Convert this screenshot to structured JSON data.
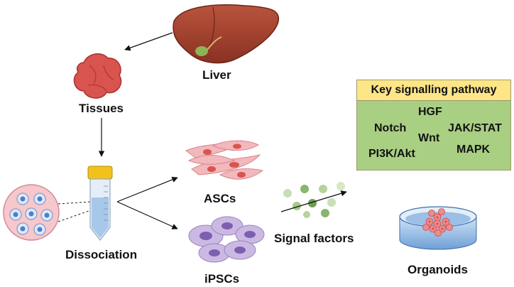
{
  "labels": {
    "liver": "Liver",
    "tissues": "Tissues",
    "dissociation": "Dissociation",
    "ascs": "ASCs",
    "ipscs": "iPSCs",
    "signal_factors": "Signal factors",
    "organoids": "Organoids"
  },
  "pathway_box": {
    "title": "Key signalling pathway",
    "items": [
      "HGF",
      "Notch",
      "Wnt",
      "JAK/STAT",
      "PI3K/Akt",
      "MAPK"
    ]
  },
  "colors": {
    "liver": "#9c3b2a",
    "tissue": "#d9534f",
    "cell_pink": "#f2b8bc",
    "cell_blue": "#5b8fd1",
    "ipsc": "#b39ad1",
    "signal_green": "#8ab56c",
    "title_bg": "#fde588",
    "body_bg": "#a9cf83"
  }
}
